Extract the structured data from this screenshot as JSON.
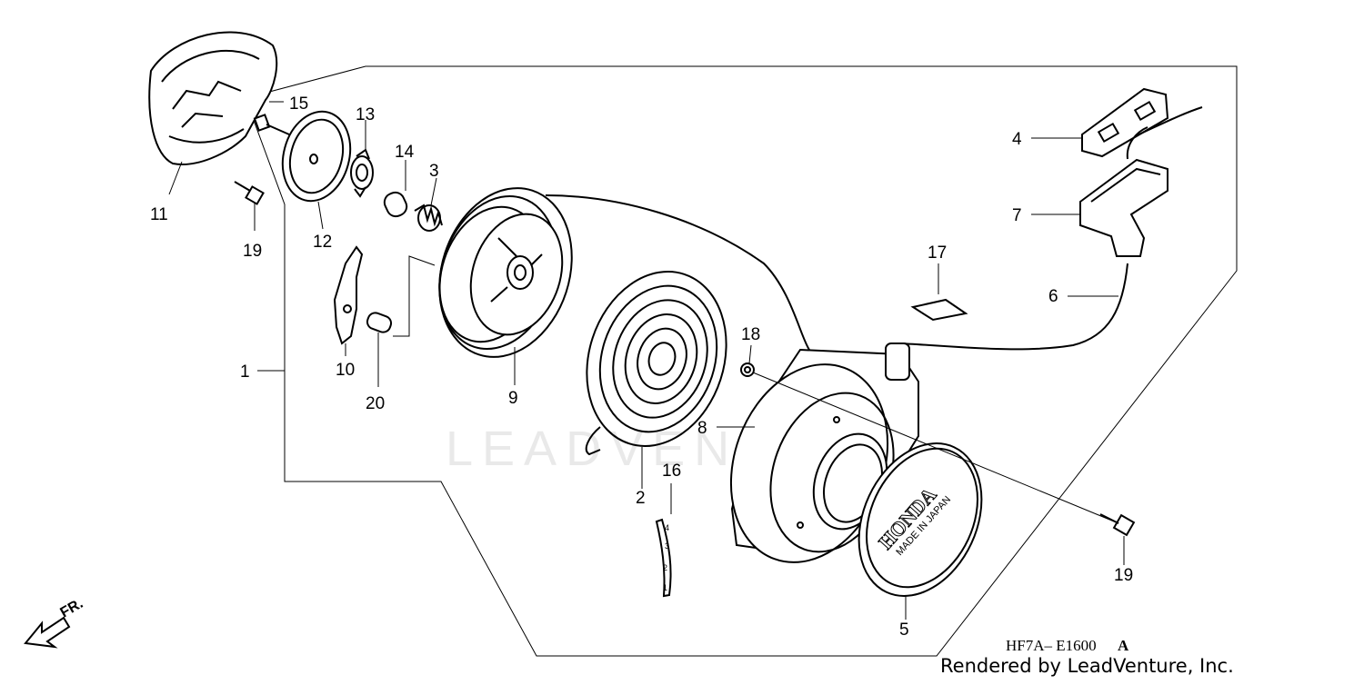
{
  "diagram": {
    "callouts": [
      {
        "id": "11",
        "label": "11"
      },
      {
        "id": "15",
        "label": "15"
      },
      {
        "id": "13",
        "label": "13"
      },
      {
        "id": "14",
        "label": "14"
      },
      {
        "id": "3",
        "label": "3"
      },
      {
        "id": "12",
        "label": "12"
      },
      {
        "id": "19a",
        "label": "19"
      },
      {
        "id": "1",
        "label": "1"
      },
      {
        "id": "10",
        "label": "10"
      },
      {
        "id": "20",
        "label": "20"
      },
      {
        "id": "9",
        "label": "9"
      },
      {
        "id": "2",
        "label": "2"
      },
      {
        "id": "16",
        "label": "16"
      },
      {
        "id": "18",
        "label": "18"
      },
      {
        "id": "8",
        "label": "8"
      },
      {
        "id": "17",
        "label": "17"
      },
      {
        "id": "6",
        "label": "6"
      },
      {
        "id": "4",
        "label": "4"
      },
      {
        "id": "7",
        "label": "7"
      },
      {
        "id": "19b",
        "label": "19"
      },
      {
        "id": "5",
        "label": "5"
      }
    ],
    "diagram_code": "HF7A– E1600",
    "diagram_code_suffix": "A",
    "credit": "Rendered by LeadVenture, Inc.",
    "direction_label": "FR.",
    "watermark": "LEADVENTURE",
    "cover_logo": "HONDA",
    "cover_subtext": "MADE IN JAPAN"
  }
}
